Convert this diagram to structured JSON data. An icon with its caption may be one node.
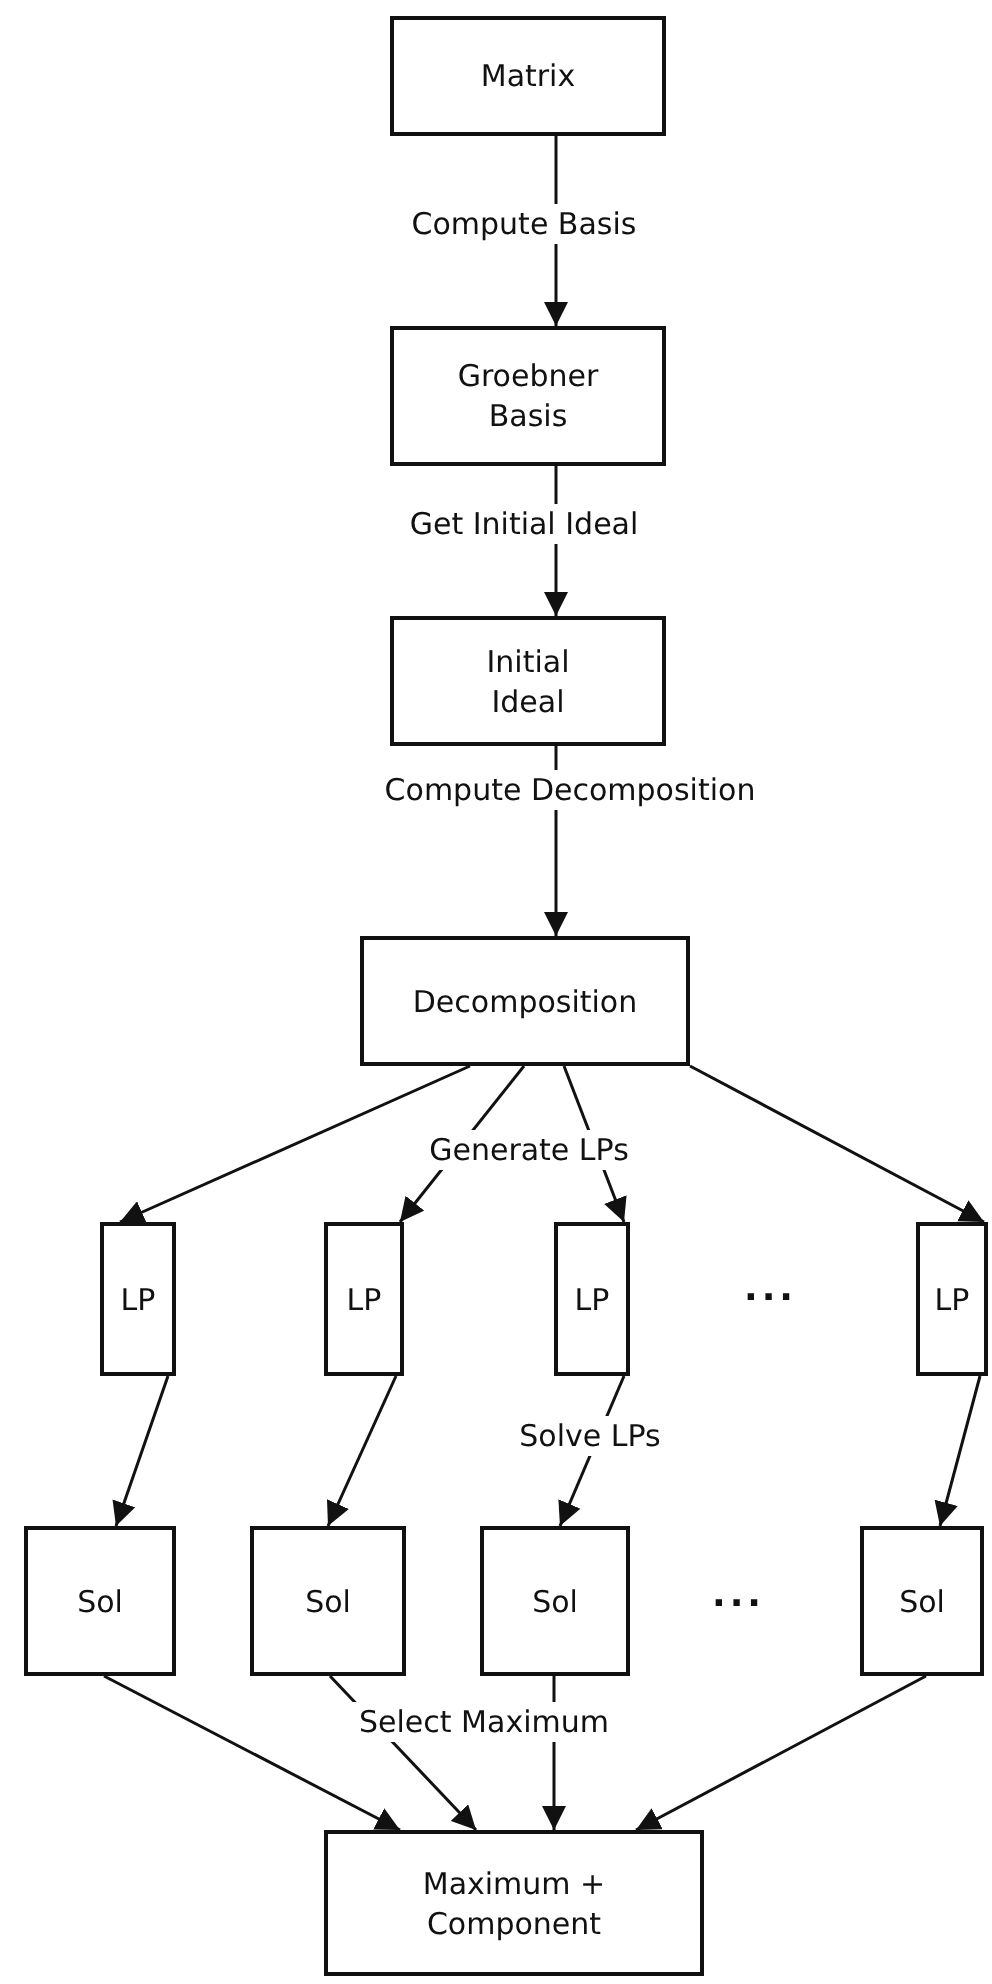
{
  "diagram": {
    "nodes": [
      {
        "text": [
          "Matrix"
        ]
      },
      {
        "text": [
          "Groebner Basis"
        ]
      },
      {
        "text": [
          "Initial Ideal"
        ]
      },
      {
        "text": [
          "Decomposition"
        ]
      },
      {
        "text": [
          "LP"
        ]
      },
      {
        "text": [
          "LP"
        ]
      },
      {
        "text": [
          "LP"
        ]
      },
      {
        "text": [
          "LP"
        ]
      },
      {
        "text": [
          "Sol"
        ]
      },
      {
        "text": [
          "Sol"
        ]
      },
      {
        "text": [
          "Sol"
        ]
      },
      {
        "text": [
          "Sol"
        ]
      },
      {
        "text": [
          "Maximum + Component"
        ]
      }
    ],
    "edges": [
      {
        "from": 0,
        "to": 1,
        "arrow": "to",
        "label": "Compute Basis"
      },
      {
        "from": 1,
        "to": 2,
        "arrow": "to",
        "label": "Get Initial Ideal"
      },
      {
        "from": 2,
        "to": 3,
        "arrow": "to",
        "label": "Compute Decomposition"
      },
      {
        "from": 3,
        "to": 4,
        "arrow": "to"
      },
      {
        "from": 3,
        "to": 5,
        "arrow": "to",
        "label": "Generate LPs"
      },
      {
        "from": 3,
        "to": 6,
        "arrow": "to"
      },
      {
        "from": 3,
        "to": 7,
        "arrow": "to"
      },
      {
        "from": 4,
        "to": 8,
        "arrow": "to"
      },
      {
        "from": 5,
        "to": 9,
        "arrow": "to"
      },
      {
        "from": 6,
        "to": 10,
        "arrow": "to",
        "label": "Solve LPs"
      },
      {
        "from": 7,
        "to": 11,
        "arrow": "to"
      },
      {
        "from": 8,
        "to": 12,
        "arrow": "to"
      },
      {
        "from": 9,
        "to": 12,
        "arrow": "to",
        "label": "Select Maximum"
      },
      {
        "from": 10,
        "to": 12,
        "arrow": "to"
      },
      {
        "from": 11,
        "to": 12,
        "arrow": "to"
      }
    ],
    "labels": [
      "...",
      "..."
    ]
  }
}
